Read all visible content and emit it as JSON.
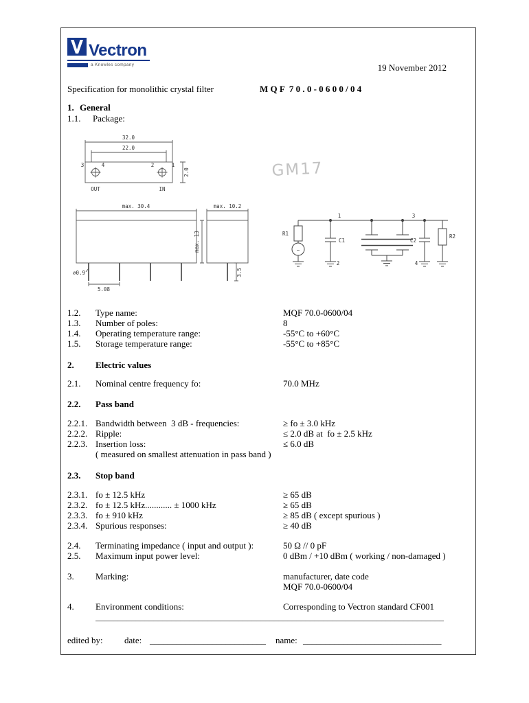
{
  "logo": {
    "brand": "Vectron",
    "tagline": "a Knowles company",
    "brand_color": "#16388c"
  },
  "header": {
    "date": "19 November 2012",
    "spec_label": "Specification for monolithic crystal filter",
    "spec_number": "M Q F  7 0 . 0 - 0 6 0 0 / 0 4"
  },
  "section1": {
    "num": "1.",
    "title": "General",
    "package_num": "1.1.",
    "package_label": "Package:"
  },
  "drawing": {
    "watermark": "GM17",
    "top_view": {
      "dim1": "32.0",
      "dim2": "22.0",
      "pin_a": "3",
      "pin_b": "4",
      "pin_c": "2",
      "pin_d": "1",
      "out": "OUT",
      "in": "IN",
      "dim3": "2.0"
    },
    "front_view": {
      "width": "max. 30.4",
      "lead_dia": "⌀0.9",
      "pitch": "5.08",
      "lead_len": "3.5"
    },
    "side_view": {
      "width": "max. 10.2",
      "height": "max. 13"
    },
    "schematic": {
      "src": "~",
      "r1": "R1",
      "c1": "C1",
      "c2": "C2",
      "r2": "R2",
      "p1": "1",
      "p2": "2",
      "p3": "3",
      "p4": "4"
    }
  },
  "sections": {
    "electric": {
      "num": "2.",
      "title": "Electric values"
    },
    "passband": {
      "num": "2.2.",
      "title": "Pass band"
    },
    "stopband": {
      "num": "2.3.",
      "title": "Stop band"
    }
  },
  "items": [
    {
      "num": "1.2.",
      "label": "Type name:",
      "value": "MQF 70.0-0600/04"
    },
    {
      "num": "1.3.",
      "label": "Number of poles:",
      "value": "8"
    },
    {
      "num": "1.4.",
      "label": "Operating temperature range:",
      "value": "-55°C to +60°C"
    },
    {
      "num": "1.5.",
      "label": "Storage temperature range:",
      "value": "-55°C to +85°C"
    },
    {
      "num": "2.1.",
      "label": "Nominal centre frequency fo:",
      "value": "70.0 MHz"
    },
    {
      "num": "2.2.1.",
      "label": "Bandwidth between  3 dB - frequencies:",
      "value": "≥ fo ± 3.0 kHz"
    },
    {
      "num": "2.2.2.",
      "label": "Ripple:",
      "value": "≤ 2.0 dB at  fo ± 2.5 kHz"
    },
    {
      "num": "2.2.3.",
      "label": "Insertion loss:",
      "value": "≤ 6.0 dB"
    },
    {
      "note": "( measured on smallest attenuation in pass band )"
    },
    {
      "num": "2.3.1.",
      "label": "fo ± 12.5 kHz",
      "value": "≥ 65 dB"
    },
    {
      "num": "2.3.2.",
      "label": "fo ± 12.5 kHz............ ± 1000 kHz",
      "value": "≥ 65 dB"
    },
    {
      "num": "2.3.3.",
      "label": "fo ± 910 kHz",
      "value": "≥ 85 dB ( except spurious )"
    },
    {
      "num": "2.3.4.",
      "label": "Spurious responses:",
      "value": "≥ 40 dB"
    },
    {
      "num": "2.4.",
      "label": "Terminating impedance ( input and output ):",
      "value": "50 Ω // 0 pF"
    },
    {
      "num": "2.5.",
      "label": "Maximum input power level:",
      "value": "0 dBm / +10 dBm ( working / non-damaged )"
    },
    {
      "num": "3.",
      "label": "Marking:",
      "value": "manufacturer, date code",
      "value2": "MQF 70.0-0600/04"
    },
    {
      "num": "4.",
      "label": "Environment conditions:",
      "value": "Corresponding to Vectron standard CF001"
    }
  ],
  "separator_line": "______________________________________________________________________________",
  "footer": {
    "edited_by": "edited by:",
    "date_label": "date:",
    "date_blank": "__________________________",
    "name_label": "name:",
    "name_blank": "_______________________________"
  }
}
